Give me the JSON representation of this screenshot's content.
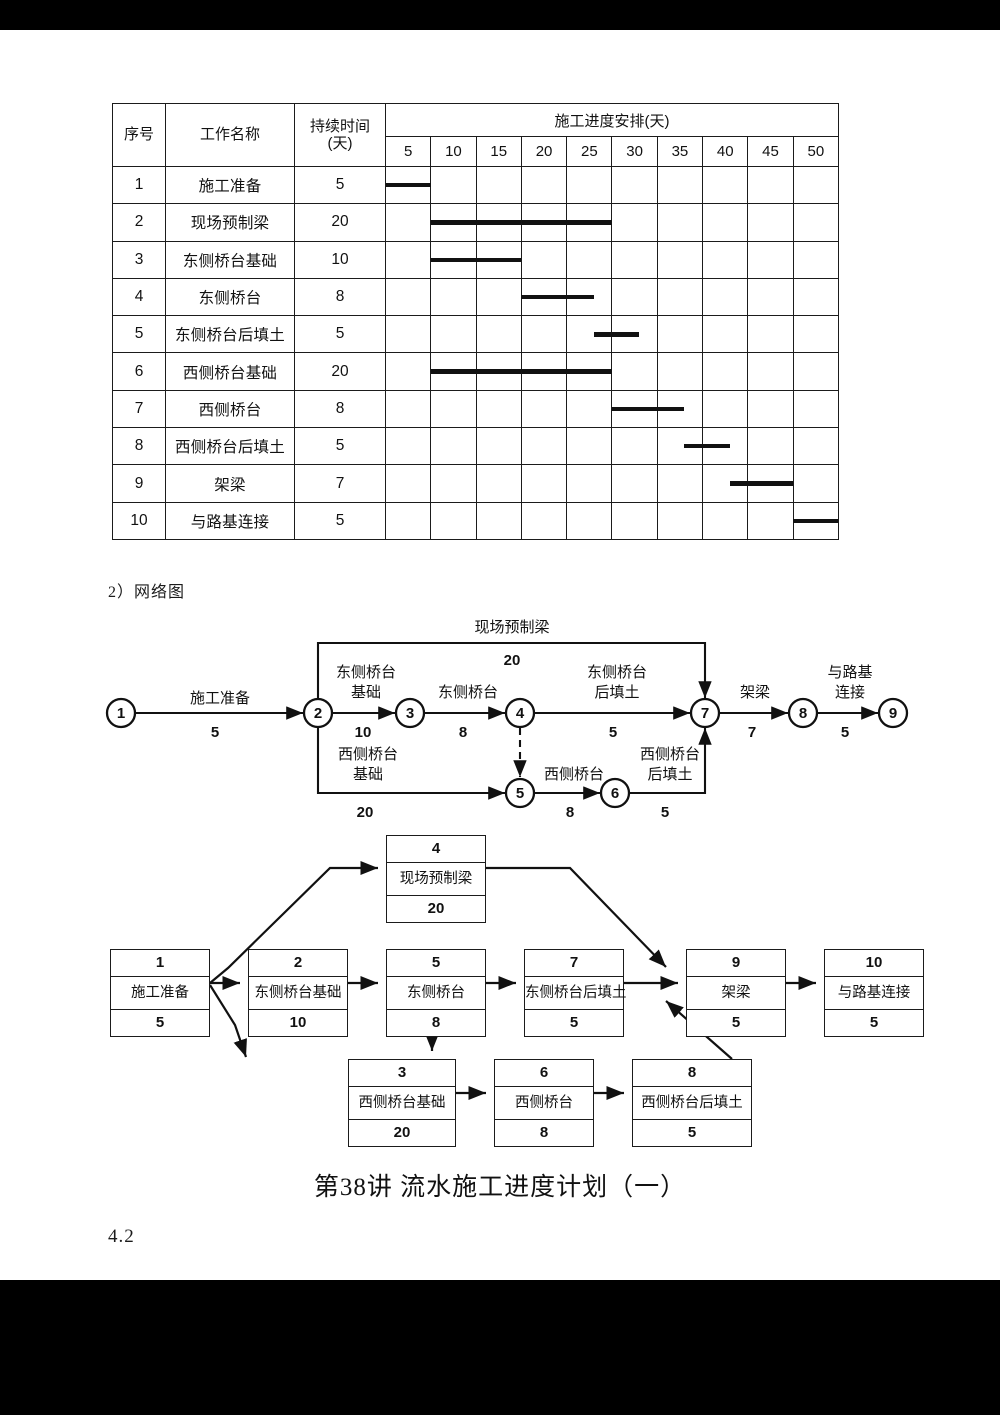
{
  "section_label": "2）网络图",
  "caption": "第38讲 流水施工进度计划（一）",
  "footer_number": "4.2",
  "gantt": {
    "headers": {
      "no": "序号",
      "name": "工作名称",
      "duration_l1": "持续时间",
      "duration_l2": "(天)",
      "schedule": "施工进度安排(天)"
    },
    "day_ticks": [
      "5",
      "10",
      "15",
      "20",
      "25",
      "30",
      "35",
      "40",
      "45",
      "50"
    ],
    "rows": [
      {
        "no": "1",
        "name": "施工准备",
        "duration": "5",
        "start": 0,
        "end": 5
      },
      {
        "no": "2",
        "name": "现场预制梁",
        "duration": "20",
        "start": 5,
        "end": 25
      },
      {
        "no": "3",
        "name": "东侧桥台基础",
        "duration": "10",
        "start": 5,
        "end": 15
      },
      {
        "no": "4",
        "name": "东侧桥台",
        "duration": "8",
        "start": 15,
        "end": 23
      },
      {
        "no": "5",
        "name": "东侧桥台后填土",
        "duration": "5",
        "start": 23,
        "end": 28
      },
      {
        "no": "6",
        "name": "西侧桥台基础",
        "duration": "20",
        "start": 5,
        "end": 25
      },
      {
        "no": "7",
        "name": "西侧桥台",
        "duration": "8",
        "start": 25,
        "end": 33
      },
      {
        "no": "8",
        "name": "西侧桥台后填土",
        "duration": "5",
        "start": 33,
        "end": 38
      },
      {
        "no": "9",
        "name": "架梁",
        "duration": "7",
        "start": 38,
        "end": 45
      },
      {
        "no": "10",
        "name": "与路基连接",
        "duration": "5",
        "start": 45,
        "end": 50
      }
    ]
  },
  "aoa": {
    "nodes": [
      {
        "id": "1",
        "label": "1"
      },
      {
        "id": "2",
        "label": "2"
      },
      {
        "id": "3",
        "label": "3"
      },
      {
        "id": "4",
        "label": "4"
      },
      {
        "id": "5",
        "label": "5"
      },
      {
        "id": "6",
        "label": "6"
      },
      {
        "id": "7",
        "label": "7"
      },
      {
        "id": "8",
        "label": "8"
      },
      {
        "id": "9",
        "label": "9"
      }
    ],
    "arrows": [
      {
        "from": "1",
        "to": "2",
        "name": "施工准备",
        "duration": "5"
      },
      {
        "from": "2",
        "to": "7",
        "name": "现场预制梁",
        "duration": "20"
      },
      {
        "from": "2",
        "to": "3",
        "name": "东侧桥台\n基础",
        "name_l1": "东侧桥台",
        "name_l2": "基础",
        "duration": "10"
      },
      {
        "from": "3",
        "to": "4",
        "name": "东侧桥台",
        "duration": "8"
      },
      {
        "from": "4",
        "to": "7",
        "name_l1": "东侧桥台",
        "name_l2": "后填土",
        "duration": "5"
      },
      {
        "from": "2",
        "to": "5",
        "name_l1": "西侧桥台",
        "name_l2": "基础",
        "duration": "20"
      },
      {
        "from": "5",
        "to": "6",
        "name": "西侧桥台",
        "duration": "8"
      },
      {
        "from": "6",
        "to": "7",
        "name_l1": "西侧桥台",
        "name_l2": "后填土",
        "duration": "5"
      },
      {
        "from": "7",
        "to": "8",
        "name": "架梁",
        "duration": "7"
      },
      {
        "from": "8",
        "to": "9",
        "name_l1": "与路基",
        "name_l2": "连接",
        "duration": "5"
      }
    ],
    "dummy": {
      "from": "4",
      "to": "5"
    }
  },
  "aon": {
    "boxes": [
      {
        "id": "1",
        "name": "施工准备",
        "duration": "5"
      },
      {
        "id": "2",
        "name": "东侧桥台基础",
        "duration": "10"
      },
      {
        "id": "3",
        "name": "西侧桥台基础",
        "duration": "20"
      },
      {
        "id": "4",
        "name": "现场预制梁",
        "duration": "20"
      },
      {
        "id": "5",
        "name": "东侧桥台",
        "duration": "8"
      },
      {
        "id": "6",
        "name": "西侧桥台",
        "duration": "8"
      },
      {
        "id": "7",
        "name": "东侧桥台后填土",
        "duration": "5"
      },
      {
        "id": "8",
        "name": "西侧桥台后填土",
        "duration": "5"
      },
      {
        "id": "9",
        "name": "架梁",
        "duration": "5"
      },
      {
        "id": "10",
        "name": "与路基连接",
        "duration": "5"
      }
    ]
  },
  "colors": {
    "ink": "#111111",
    "paper": "#ffffff",
    "backdrop": "#000000"
  }
}
